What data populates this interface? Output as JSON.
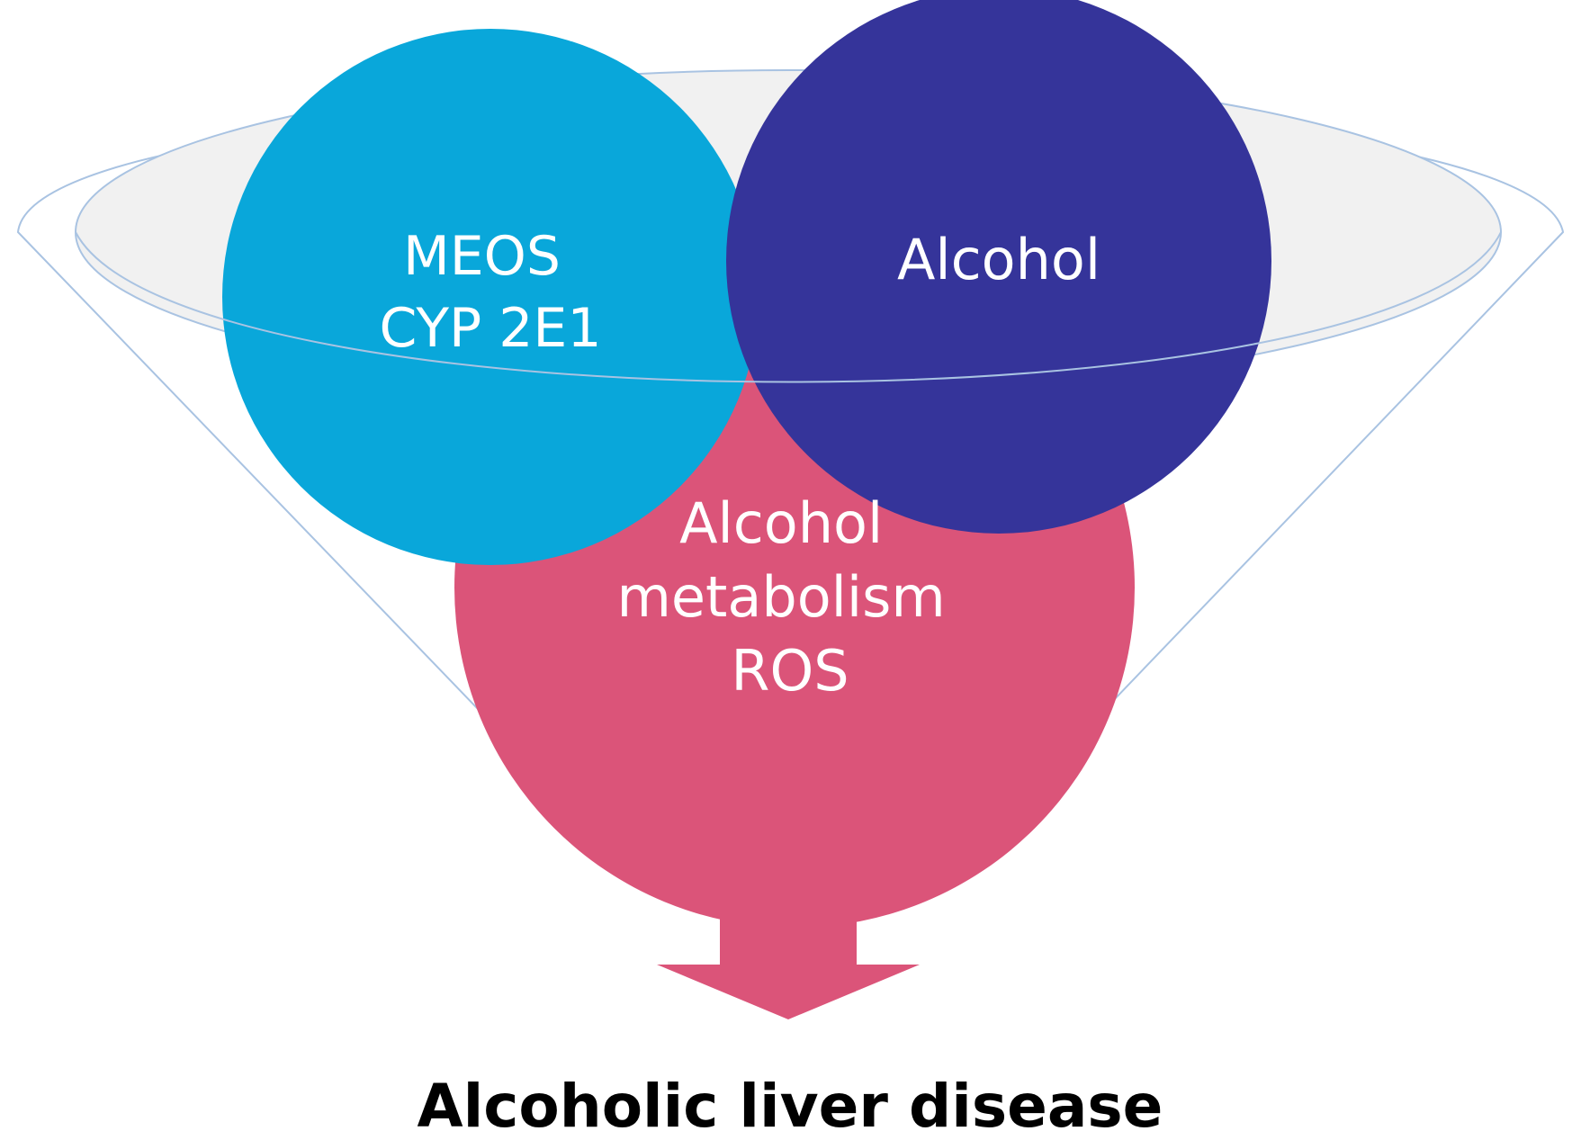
{
  "funnel": {
    "circles": [
      {
        "id": "meos",
        "lines": [
          "MEOS",
          "CYP 2E1"
        ],
        "color": "#09A7DA"
      },
      {
        "id": "alcohol",
        "lines": [
          "Alcohol"
        ],
        "color": "#35349A"
      },
      {
        "id": "metabolism",
        "lines": [
          "Alcohol",
          "metabolism",
          "ROS"
        ],
        "color": "#DB5479"
      }
    ],
    "funnel_outline_color": "#A9C3E2",
    "funnel_fill_color": "#F1F1F1"
  },
  "arrow": {
    "color": "#DB5479"
  },
  "outcome": {
    "label": "Alcoholic liver disease"
  }
}
